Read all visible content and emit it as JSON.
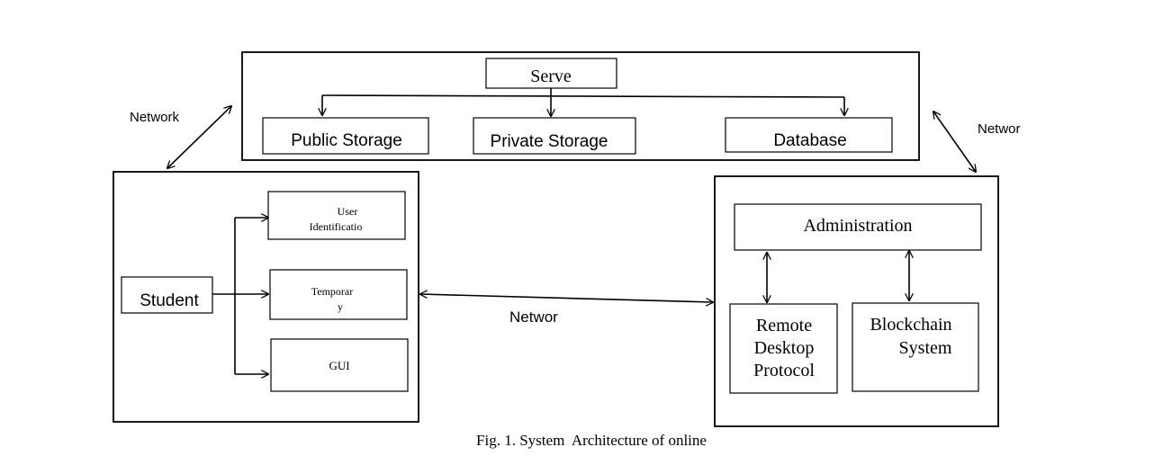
{
  "server": {
    "title": "Serve",
    "storages": [
      "Public Storage",
      "Private Storage",
      "Database"
    ]
  },
  "student_side": {
    "student": "Student",
    "user_id": [
      "User",
      "Identificatio"
    ],
    "temporary": [
      "Temporar",
      "y"
    ],
    "gui": "GUI"
  },
  "admin_side": {
    "administration": "Administration",
    "rdp": [
      "Remote",
      "Desktop",
      "Protocol"
    ],
    "blockchain": [
      "Blockchain",
      "System"
    ]
  },
  "links": {
    "left": "Network",
    "right": "Networ",
    "middle": "Networ"
  },
  "caption": "Fig. 1. System  Architecture of online"
}
